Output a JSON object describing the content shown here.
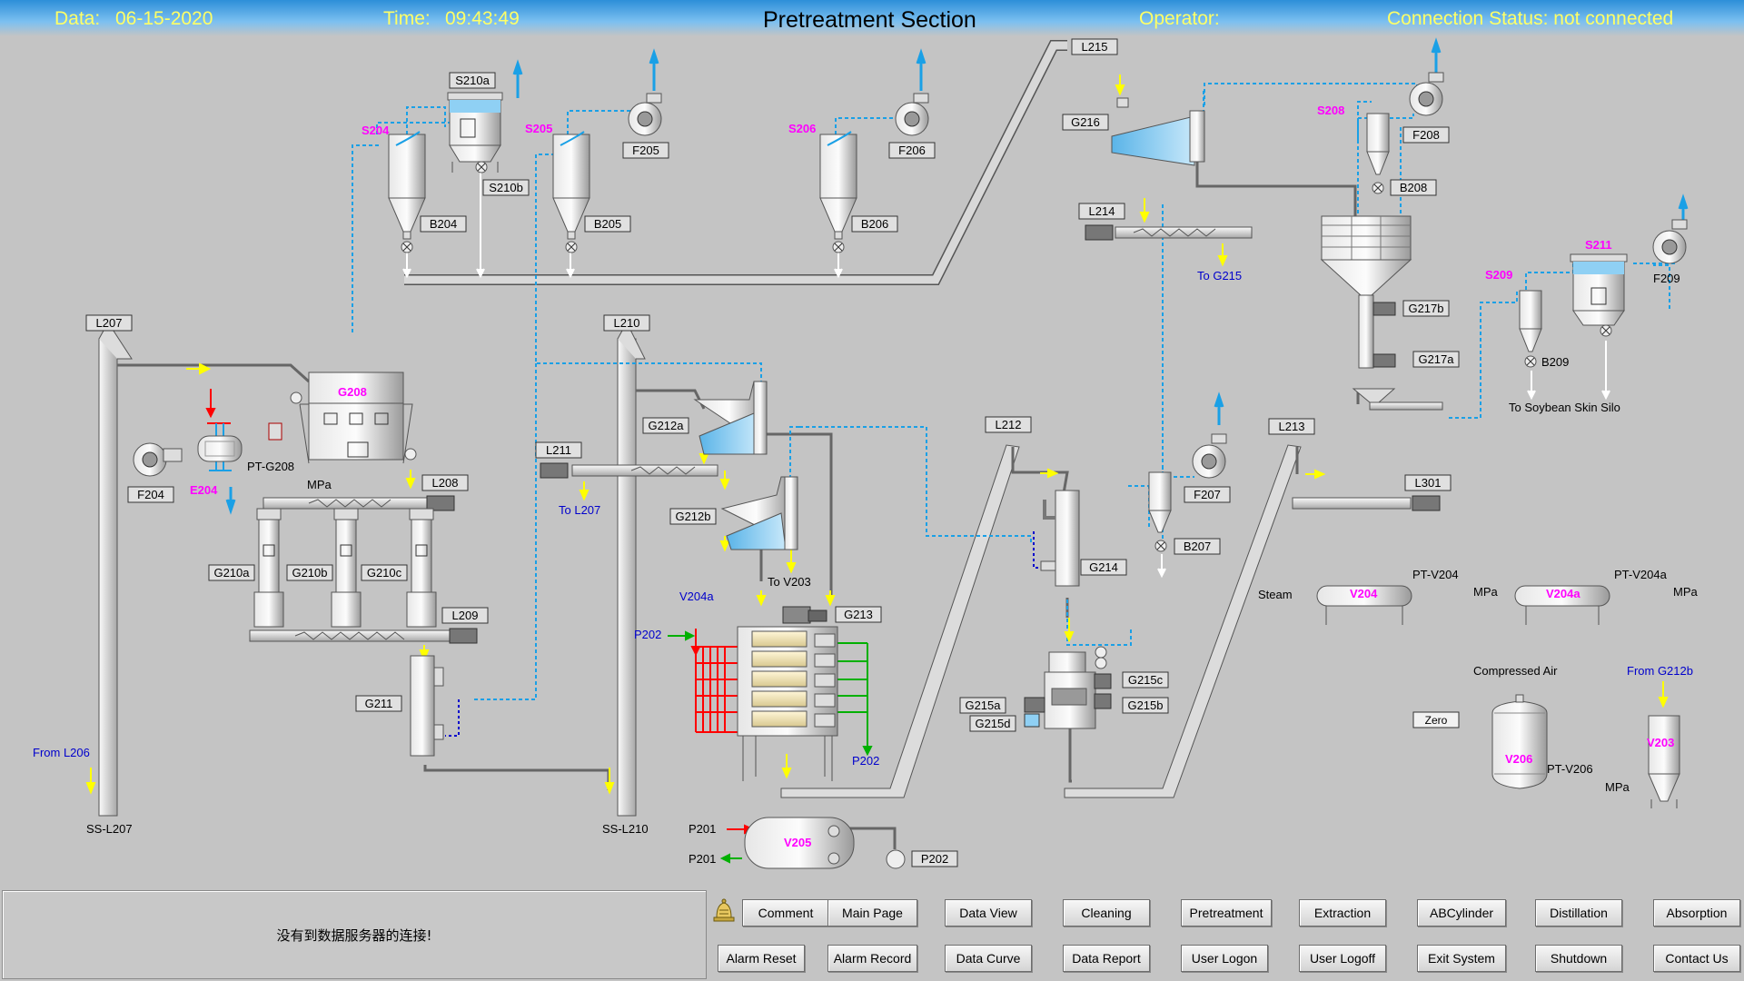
{
  "header": {
    "date_label": "Data:",
    "date_value": "06-15-2020",
    "time_label": "Time:",
    "time_value": "09:43:49",
    "title": "Pretreatment Section",
    "operator_label": "Operator:",
    "connection_status": "Connection Status: not connected"
  },
  "status_message": "没有到数据服务器的连接!",
  "buttons_row1": [
    "Comment",
    "Main Page",
    "Data View",
    "Cleaning",
    "Pretreatment",
    "Extraction",
    "ABCylinder",
    "Distillation",
    "Absorption"
  ],
  "buttons_row2": [
    "Alarm Reset",
    "Alarm Record",
    "Data Curve",
    "Data Report",
    "User Logon",
    "User Logoff",
    "Exit System",
    "Shutdown",
    "Contact Us"
  ],
  "equipment": {
    "S210a": "S210a",
    "S210b": "S210b",
    "F205": "F205",
    "F206": "F206",
    "B204": "B204",
    "B205": "B205",
    "B206": "B206",
    "L207": "L207",
    "L210": "L210",
    "L211": "L211",
    "L208": "L208",
    "L209": "L209",
    "L212": "L212",
    "L213": "L213",
    "L214": "L214",
    "L215": "L215",
    "L301": "L301",
    "G216": "G216",
    "F208": "F208",
    "B208": "B208",
    "G217a": "G217a",
    "G217b": "G217b",
    "B209": "B209",
    "F209": "F209",
    "F204": "F204",
    "F207": "F207",
    "B207": "B207",
    "G210a": "G210a",
    "G210b": "G210b",
    "G210c": "G210c",
    "G211": "G211",
    "G212a": "G212a",
    "G212b": "G212b",
    "G213": "G213",
    "G214": "G214",
    "G215a": "G215a",
    "G215b": "G215b",
    "G215c": "G215c",
    "G215d": "G215d",
    "P202": "P202",
    "zero": "Zero"
  },
  "tags_magenta": {
    "S204": "S204",
    "S205": "S205",
    "S206": "S206",
    "S208": "S208",
    "S209": "S209",
    "S211": "S211",
    "G208": "G208",
    "E204": "E204",
    "V204": "V204",
    "V204a": "V204a",
    "V205": "V205",
    "V206": "V206",
    "V203": "V203"
  },
  "labels_blue": {
    "to_g215": "To G215",
    "to_l207": "To L207",
    "from_l206": "From L206",
    "p202_in": "P202",
    "p202_out": "P202",
    "v204a": "V204a",
    "from_g212b": "From G212b"
  },
  "labels_black": {
    "pt_g208": "PT-G208",
    "mpa_g208": "MPa",
    "ss_l207": "SS-L207",
    "ss_l210": "SS-L210",
    "to_v203": "To V203",
    "to_silo": "To Soybean Skin Silo",
    "steam": "Steam",
    "pt_v204": "PT-V204",
    "pt_v204a": "PT-V204a",
    "mpa_v204": "MPa",
    "mpa_v204a": "MPa",
    "compressed_air": "Compressed Air",
    "pt_v206": "PT-V206",
    "mpa_v203": "MPa",
    "p201_a": "P201",
    "p201_b": "P201"
  },
  "colors": {
    "header_gradient_top": "#2d8fd8",
    "header_text": "#ffff66",
    "background": "#c4c4c4",
    "tag_magenta": "#ff00ff",
    "label_blue": "#0000cc",
    "flow_yellow": "#ffff00",
    "air_blue": "#1aa0e6",
    "steam_red": "#ff0000",
    "water_green": "#00b000"
  }
}
